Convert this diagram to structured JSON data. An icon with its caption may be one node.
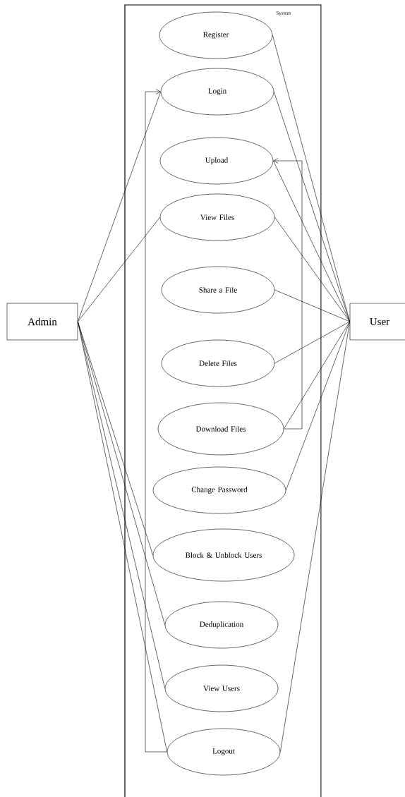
{
  "diagram": {
    "nodes": [
      {
        "text": [
          "Admin"
        ]
      },
      {
        "text": [
          "System"
        ]
      },
      {
        "text": [
          "Register"
        ],
        "in": 1
      },
      {
        "text": [
          "Login"
        ],
        "in": 1
      },
      {
        "text": [
          "Upload"
        ],
        "in": 1
      },
      {
        "text": [
          "View Files"
        ],
        "in": 1
      },
      {
        "text": [
          "Share a File"
        ],
        "in": 1
      },
      {
        "text": [
          "Delete Files"
        ],
        "in": 1
      },
      {
        "text": [
          "Download Files"
        ],
        "in": 1
      },
      {
        "text": [
          "Change Password"
        ],
        "in": 1
      },
      {
        "text": [
          "Block & Unblock Users"
        ],
        "in": 1
      },
      {
        "text": [
          "Deduplication"
        ],
        "in": 1
      },
      {
        "text": [
          "View Users"
        ],
        "in": 1
      },
      {
        "text": [
          "Logout"
        ],
        "in": 1
      },
      {
        "text": [
          "User"
        ]
      }
    ],
    "edges": [
      {
        "from": 0,
        "to": 3,
        "arrow": "none"
      },
      {
        "from": 0,
        "to": 5,
        "arrow": "none"
      },
      {
        "from": 0,
        "to": 10,
        "arrow": "none"
      },
      {
        "from": 0,
        "to": 11,
        "arrow": "none"
      },
      {
        "from": 0,
        "to": 12,
        "arrow": "none"
      },
      {
        "from": 0,
        "to": 13,
        "arrow": "none"
      },
      {
        "from": 2,
        "to": 14,
        "arrow": "none"
      },
      {
        "from": 3,
        "to": 14,
        "arrow": "none"
      },
      {
        "from": 4,
        "to": 14,
        "arrow": "none"
      },
      {
        "from": 5,
        "to": 14,
        "arrow": "none"
      },
      {
        "from": 6,
        "to": 14,
        "arrow": "none"
      },
      {
        "from": 7,
        "to": 14,
        "arrow": "none"
      },
      {
        "from": 8,
        "to": 14,
        "arrow": "none"
      },
      {
        "from": 9,
        "to": 14,
        "arrow": "none"
      },
      {
        "from": 13,
        "to": 14,
        "arrow": "none"
      },
      {
        "from": 13,
        "to": 3,
        "arrow": "to"
      },
      {
        "from": 8,
        "to": 4,
        "arrow": "to"
      }
    ]
  }
}
